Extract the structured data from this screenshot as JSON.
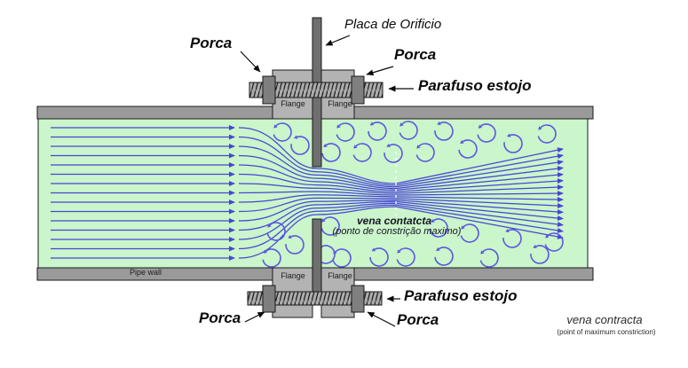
{
  "diagram": {
    "subject": "orifice-plate-flow-meter-cutaway"
  },
  "labels": {
    "placa_de_orificio": "Placa de Orificio",
    "porca_top_left": "Porca",
    "porca_top_right": "Porca",
    "parafuso_estojo_top": "Parafuso estojo",
    "parafuso_estojo_bottom": "Parafuso estojo",
    "porca_bottom_left": "Porca",
    "porca_bottom_right": "Porca",
    "flange_top_left": "Flange",
    "flange_top_right": "Flange",
    "flange_bottom_left": "Flange",
    "flange_bottom_right": "Flange",
    "pipe_wall": "Pipe wall",
    "vena_contracta_pt_title": "vena contatcta",
    "vena_contracta_pt_sub": "(ponto de constrição maximo)",
    "vena_contracta_en_title": "vena contracta",
    "vena_contracta_en_sub": "(point of maximum constriction)"
  },
  "flow": {
    "streamline_count": 15,
    "eddy_count": 29,
    "direction": "left-to-right"
  },
  "colors": {
    "background": "#ffffff",
    "pipe_wall": "#9a9a9a",
    "flange": "#b3b3b3",
    "nut": "#7f7f7f",
    "bolt": "#ababab",
    "plate": "#6f6f6f",
    "fluid": "#cbf5ca",
    "streamline": "#4645d6",
    "eddy": "#5a58e0",
    "outline": "#1a1a1a",
    "label": "#0a0a0a"
  }
}
